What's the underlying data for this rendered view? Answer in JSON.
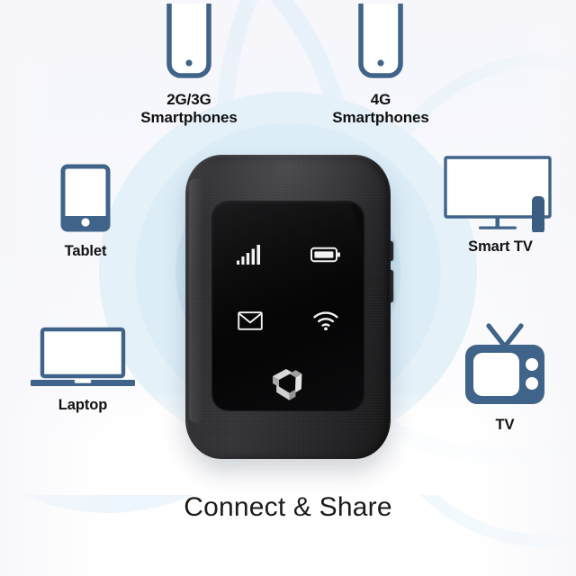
{
  "tagline": "Connect & Share",
  "colors": {
    "icon_blue": "#3f6389",
    "icon_blue_dark": "#3b5d82",
    "background": "#f7f7fb",
    "ring_outer": "#e4f1f9",
    "ring_mid": "#dcedf8",
    "ring_inner": "#cde7f6",
    "ring_core": "#c3e2f4",
    "label_text": "#111111",
    "router_body": "#2e2e31",
    "router_screen": "#050506"
  },
  "devices": [
    {
      "id": "smartphones-2g3g",
      "icon": "smartphone-icon",
      "label": "2G/3G\nSmartphones"
    },
    {
      "id": "smartphones-4g",
      "icon": "smartphone-icon",
      "label": "4G\nSmartphones"
    },
    {
      "id": "tablet",
      "icon": "tablet-icon",
      "label": "Tablet"
    },
    {
      "id": "smart-tv",
      "icon": "smart-tv-icon",
      "label": "Smart TV"
    },
    {
      "id": "laptop",
      "icon": "laptop-icon",
      "label": "Laptop"
    },
    {
      "id": "tv",
      "icon": "tv-icon",
      "label": "TV"
    }
  ],
  "router": {
    "name": "portable-4g-wifi-router",
    "screen_icons": [
      {
        "id": "signal",
        "icon": "signal-bars-icon",
        "bars": 5
      },
      {
        "id": "battery",
        "icon": "battery-icon",
        "level": "full"
      },
      {
        "id": "message",
        "icon": "envelope-icon"
      },
      {
        "id": "wifi",
        "icon": "wifi-icon"
      }
    ],
    "brand_logo": "pinwheel-logo",
    "side_buttons": [
      {
        "id": "power",
        "icon": "power-button"
      },
      {
        "id": "reset",
        "icon": "reset-button"
      }
    ]
  }
}
